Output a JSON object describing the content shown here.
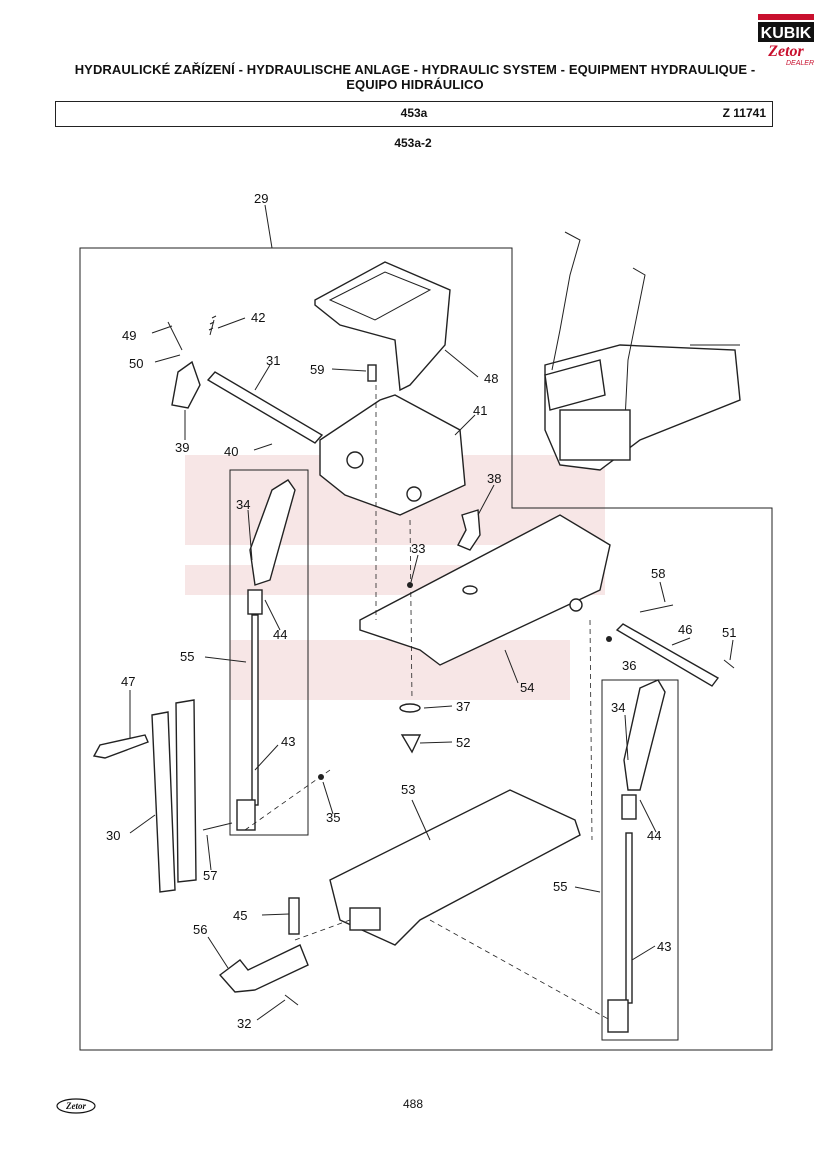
{
  "brand": {
    "name": "KUBIK",
    "sub": "Zetor",
    "dealer": "DEALER",
    "color": "#c8102e"
  },
  "title": {
    "line1": "HYDRAULICKÉ ZAŘÍZENÍ - HYDRAULISCHE ANLAGE - HYDRAULIC SYSTEM - EQUIPMENT HYDRAULIQUE -",
    "line2": "EQUIPO HIDRÁULICO"
  },
  "header": {
    "code": "453a",
    "ref": "Z 11741"
  },
  "subcode": "453a-2",
  "parts": [
    "29",
    "42",
    "49",
    "50",
    "31",
    "59",
    "48",
    "39",
    "40",
    "41",
    "38",
    "34",
    "33",
    "58",
    "46",
    "51",
    "36",
    "44",
    "55",
    "47",
    "54",
    "37",
    "52",
    "43",
    "35",
    "53",
    "30",
    "57",
    "45",
    "56",
    "32"
  ],
  "page_number": "488",
  "footer_logo": "Zetor"
}
